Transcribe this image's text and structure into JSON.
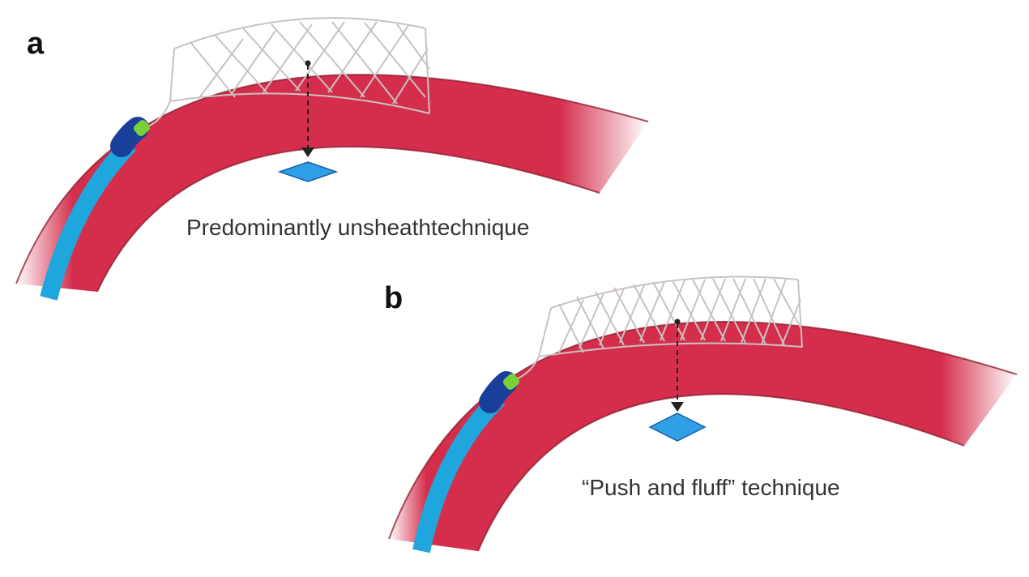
{
  "panels": [
    {
      "letter": "a",
      "caption": "Predominantly unsheathtechnique"
    },
    {
      "letter": "b",
      "caption": "“Push and fluff” technique"
    }
  ],
  "colors": {
    "vessel": "#d52e4c",
    "vessel_wall": "#8a1a2c",
    "mesh": "#c9c2c2",
    "catheter_outer": "#1fa6dd",
    "catheter_tip": "#1a3f9a",
    "marker": "#7ad03a",
    "plaque": "#2f9fe6",
    "arrow": "#222222"
  },
  "icons": [
    "vessel",
    "stent-mesh",
    "catheter",
    "dashed-arrow",
    "diamond-marker"
  ]
}
